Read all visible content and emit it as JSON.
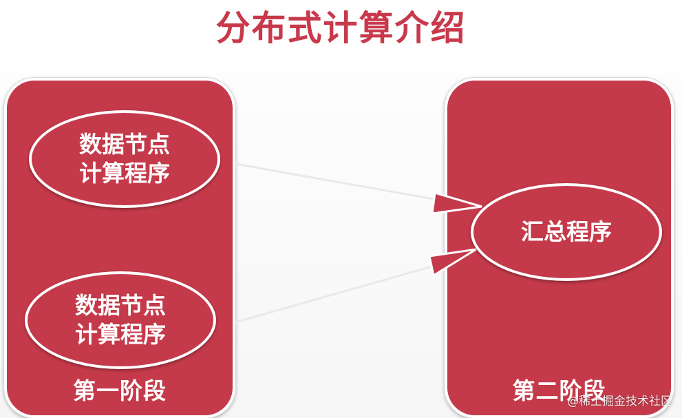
{
  "title": "分布式计算介绍",
  "stage1": {
    "label": "第一阶段",
    "node_top": [
      "数据节点",
      "计算程序"
    ],
    "node_bottom": [
      "数据节点",
      "计算程序"
    ]
  },
  "stage2": {
    "label": "第二阶段",
    "node": "汇总程序"
  },
  "watermark": "@稀土掘金技术社区",
  "colors": {
    "accent": "#c53a4a",
    "title": "#c8394b",
    "outline": "#ffffff"
  }
}
